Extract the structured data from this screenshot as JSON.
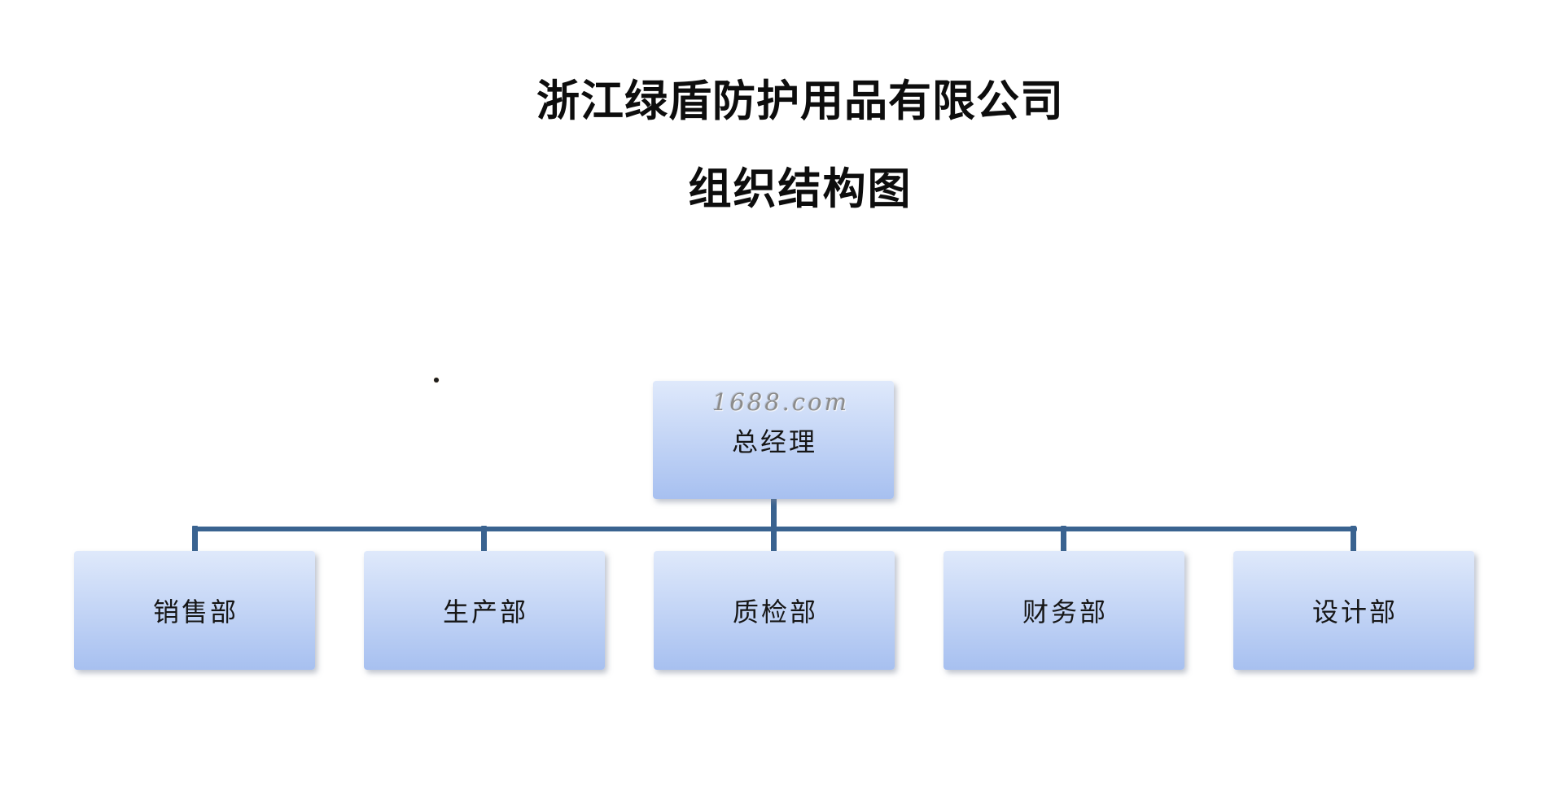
{
  "titles": {
    "line1": "浙江绿盾防护用品有限公司",
    "line2": "组织结构图"
  },
  "watermark": "1688.com",
  "org_structure": {
    "root": {
      "label": "总经理"
    },
    "departments": [
      {
        "label": "销售部"
      },
      {
        "label": "生产部"
      },
      {
        "label": "质检部"
      },
      {
        "label": "财务部"
      },
      {
        "label": "设计部"
      }
    ]
  },
  "colors": {
    "page_background": "#ffffff",
    "connector_color": "#3a6390",
    "box_gradient_top": "#dfe9fb",
    "box_gradient_bottom": "#a7c0f0",
    "title_text": "#0d0d0d",
    "label_text": "#161616",
    "watermark_color": "#8c8c8c",
    "artifact_dot": "#1c1c1c"
  }
}
